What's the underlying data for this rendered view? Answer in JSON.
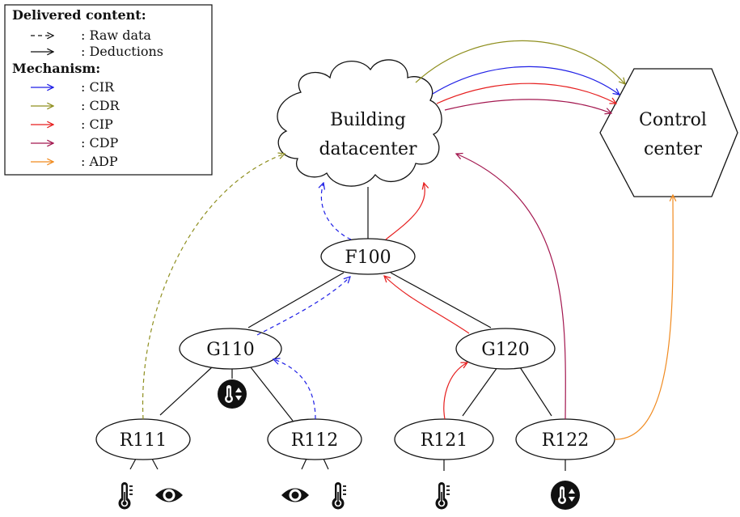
{
  "legend": {
    "content_title": "Delivered content:",
    "raw_data_label": ": Raw data",
    "deductions_label": ": Deductions",
    "mechanism_title": "Mechanism:",
    "mechanisms": [
      {
        "label": ": CIR",
        "color": "#1f1fe6"
      },
      {
        "label": ": CDR",
        "color": "#8f8f1f"
      },
      {
        "label": ": CIP",
        "color": "#e61f1f"
      },
      {
        "label": ": CDP",
        "color": "#a3174f"
      },
      {
        "label": ": ADP",
        "color": "#f08a1f"
      }
    ]
  },
  "nodes": {
    "datacenter_line1": "Building",
    "datacenter_line2": "datacenter",
    "control_line1": "Control",
    "control_line2": "center",
    "floor": "F100",
    "group1": "G110",
    "group2": "G120",
    "room111": "R111",
    "room112": "R112",
    "room121": "R121",
    "room122": "R122"
  },
  "icons": {
    "g110_device": "thermostat-icon",
    "r111_devices": [
      "thermometer-icon",
      "eye-icon"
    ],
    "r112_devices": [
      "eye-icon",
      "thermometer-icon"
    ],
    "r121_devices": [
      "thermometer-icon"
    ],
    "r122_devices": [
      "thermostat-icon"
    ]
  }
}
